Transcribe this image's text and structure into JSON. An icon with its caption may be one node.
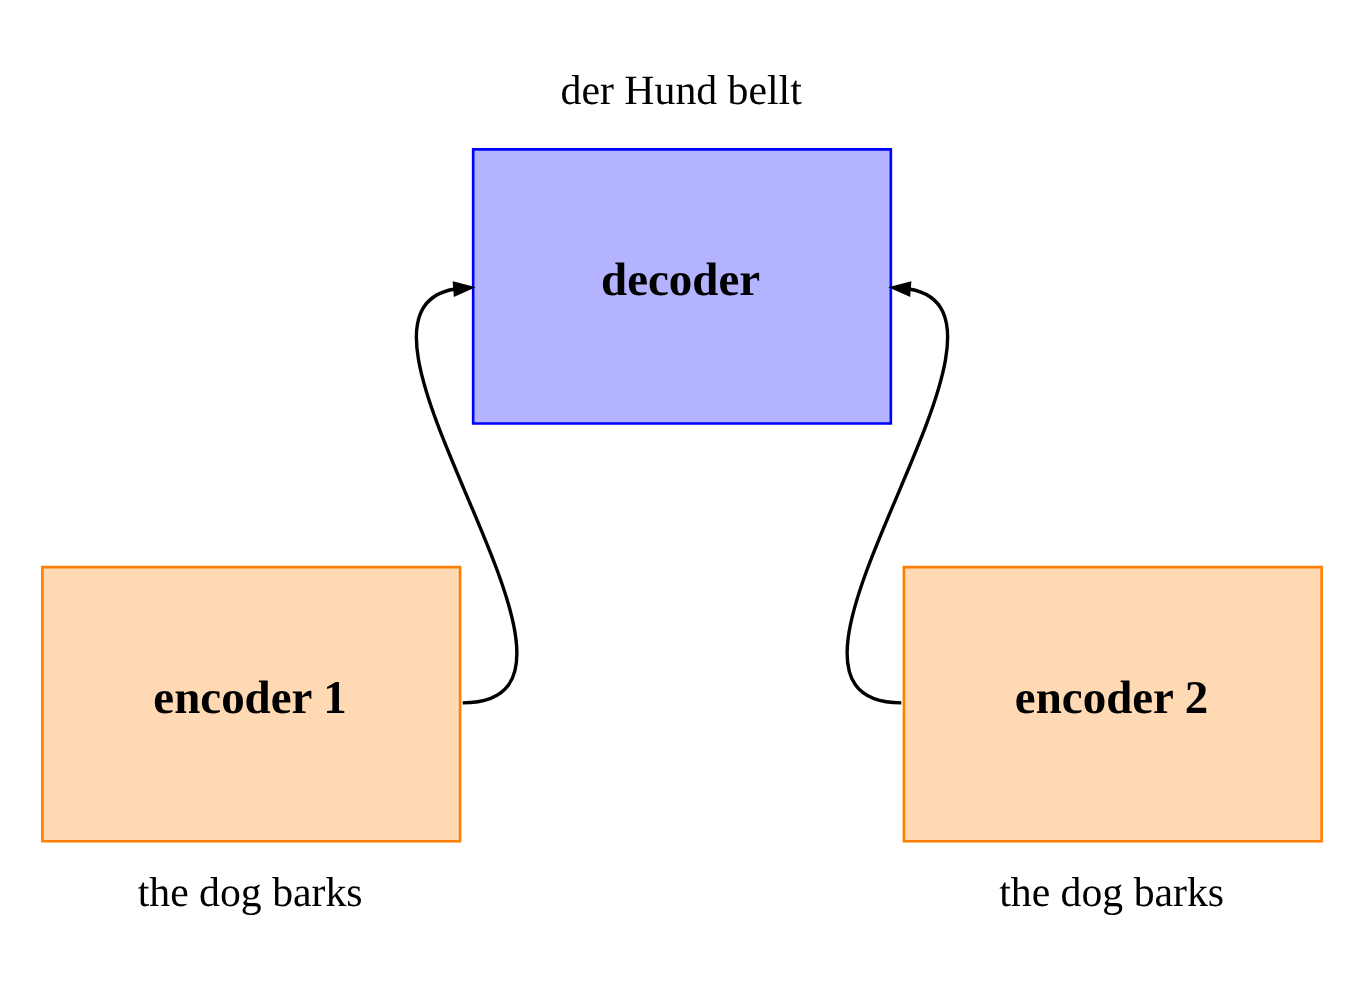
{
  "diagram": {
    "nodes": [
      {
        "text": [
          "decoder"
        ],
        "beside": [
          "der Hund bellt"
        ]
      },
      {
        "text": [
          "encoder 1"
        ],
        "beside": [
          "the dog barks"
        ]
      },
      {
        "text": [
          "encoder 2"
        ],
        "beside": [
          "the dog barks"
        ]
      }
    ],
    "edges": [
      {
        "from": 1,
        "to": 0,
        "arrow": "to"
      },
      {
        "from": 2,
        "to": 0,
        "arrow": "to"
      }
    ]
  }
}
